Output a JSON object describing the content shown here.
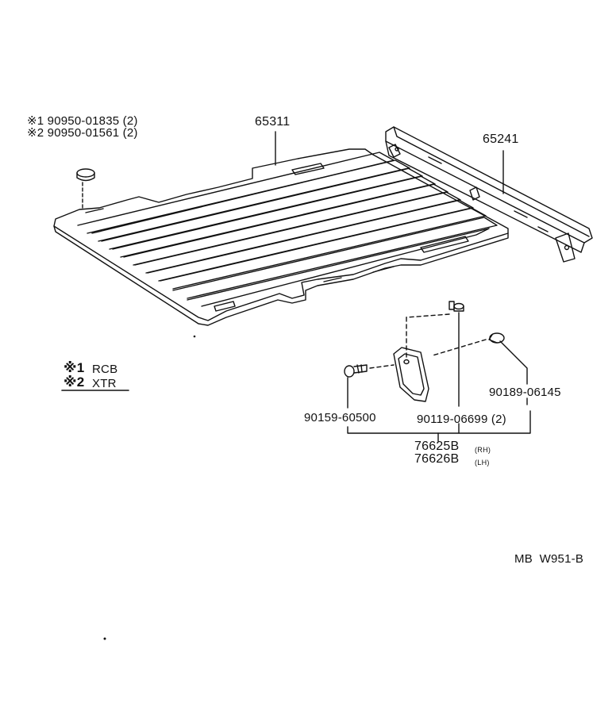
{
  "labels": {
    "plug_note_1": "※1 90950-01835 (2)",
    "plug_note_2": "※2 90950-01561 (2)",
    "floor_part": "65311",
    "sill_part": "65241",
    "legend_1_code": "RCB",
    "legend_2_code": "XTR",
    "legend_mark_1": "※1",
    "legend_mark_2": "※2",
    "bolt_part": "90159-60500",
    "screw_part": "90119-06699 (2)",
    "clip_part": "90189-06145",
    "flap_rh": "76625B",
    "flap_rh_suffix": "(RH)",
    "flap_lh": "76626B",
    "flap_lh_suffix": "(LH)",
    "diagram_code": "MB  W951-B"
  },
  "colors": {
    "ink": "#111111",
    "paper": "#ffffff"
  }
}
